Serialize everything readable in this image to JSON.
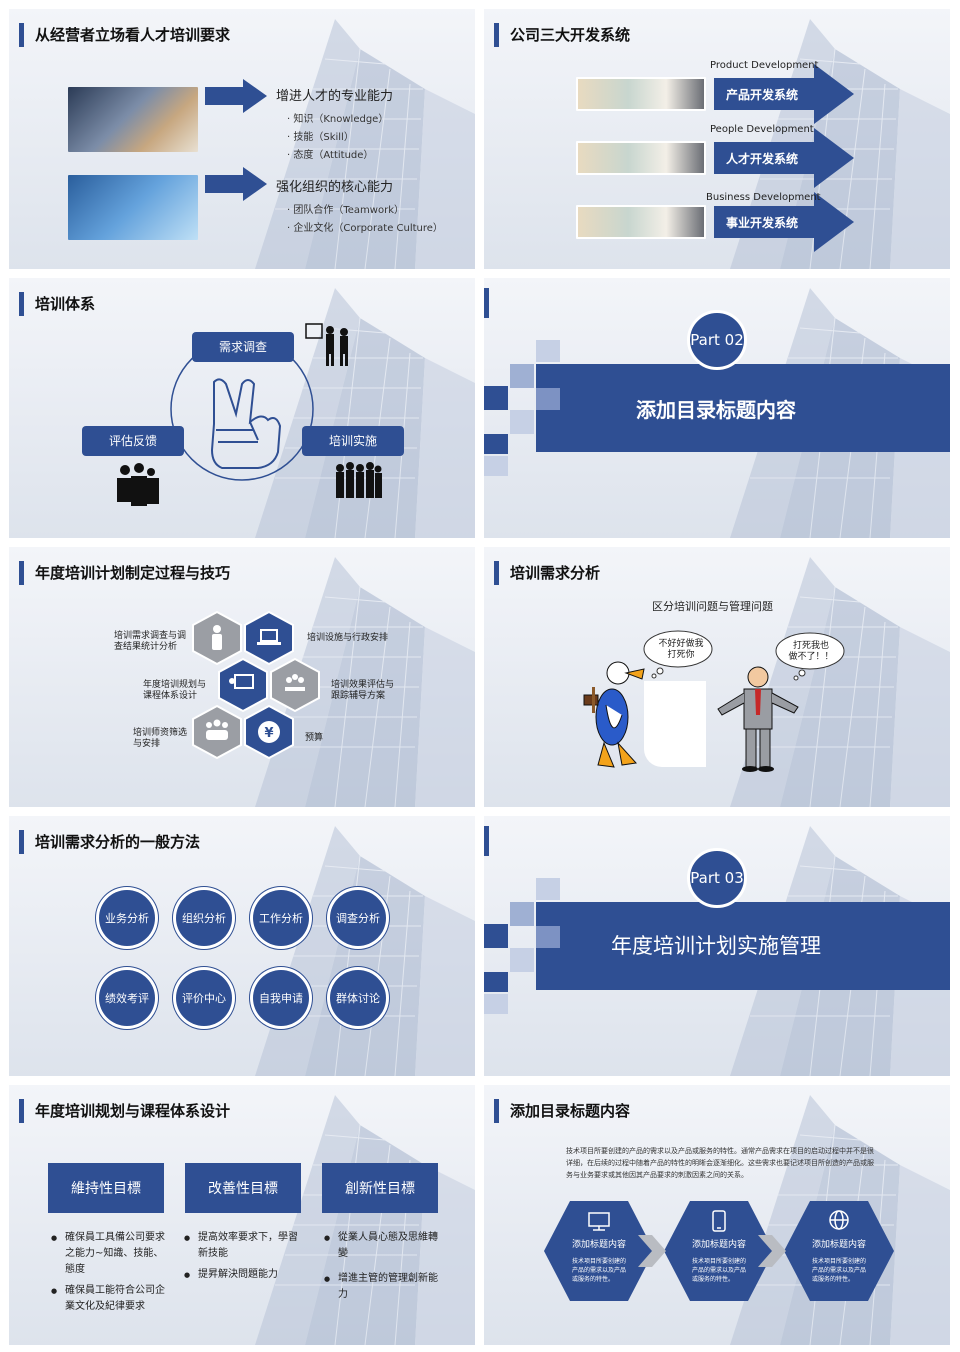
{
  "colors": {
    "primary": "#2f4f93",
    "light": "#9fb0d3",
    "gray": "#9b9ea4"
  },
  "s1": {
    "title": "从经营者立场看人才培训要求",
    "group1_title": "增进人才的专业能力",
    "group1_items": [
      "· 知识（Knowledge）",
      "· 技能（Skill）",
      "· 态度（Attitude）"
    ],
    "group2_title": "强化组织的核心能力",
    "group2_items": [
      "· 团队合作（Teamwork）",
      "· 企业文化（Corporate Culture）"
    ]
  },
  "s2": {
    "title": "公司三大开发系统",
    "rows": [
      {
        "en": "Product Development",
        "cn": "产品开发系统"
      },
      {
        "en": "People Development",
        "cn": "人才开发系统"
      },
      {
        "en": "Business Development",
        "cn": "事业开发系统"
      }
    ]
  },
  "s3": {
    "title": "培训体系",
    "top": "需求调查",
    "left": "评估反馈",
    "right": "培训实施"
  },
  "s4": {
    "part": "Part 02",
    "heading": "添加目录标题内容"
  },
  "s5": {
    "title": "年度培训计划制定过程与技巧",
    "labels": {
      "l1": "培训需求调查与调\n查结果统计分析",
      "l2": "年度培训规划与\n课程体系设计",
      "l3": "培训师资筛选\n与安排",
      "r1": "培训设施与行政安排",
      "r2": "培训效果评估与\n跟踪辅导方案",
      "r3": "预算"
    },
    "icons": [
      "person-icon",
      "laptop-icon",
      "presentation-icon",
      "meeting-icon",
      "team-icon",
      "yen-icon"
    ]
  },
  "s6": {
    "title": "培训需求分析",
    "subtitle": "区分培训问题与管理问题",
    "bubble_left": "不好好做我\n打死你",
    "bubble_right": "打死我也\n做不了！！"
  },
  "s7": {
    "title": "培训需求分析的一般方法",
    "methods": [
      "业务分析",
      "组织分析",
      "工作分析",
      "调查分析",
      "绩效考评",
      "评价中心",
      "自我申请",
      "群体讨论"
    ]
  },
  "s8": {
    "part": "Part 03",
    "heading": "年度培训计划实施管理"
  },
  "s9": {
    "title": "年度培训规划与课程体系设计",
    "goals": [
      {
        "label": "維持性目標",
        "bullets": [
          "確保員工具備公司要求之能力~知識、技能、態度",
          "確保員工能符合公司企業文化及紀律要求"
        ]
      },
      {
        "label": "改善性目標",
        "bullets": [
          "提高效率要求下，學習新技能",
          "提昇解決問題能力"
        ]
      },
      {
        "label": "創新性目標",
        "bullets": [
          "從業人員心態及思維轉變",
          "增進主管的管理創新能力"
        ]
      }
    ]
  },
  "s10": {
    "title": "添加目录标题内容",
    "paragraph": "技术项目所要创建的产品的需求以及产品或服务的特性。通常产品需求在项目的启动过程中并不是很详细，在后续的过程中随着产品的特性的明晰会逐渐细化。这些需求也要记述项目所创造的产品或服务与业务要求或其他因其产品要求的刺激因素之间的关系。",
    "hexes": [
      {
        "icon": "monitor-icon",
        "title": "添加标题内容",
        "text": "技术项目所要创建的产品的需求以及产品或服务的特性。"
      },
      {
        "icon": "phone-icon",
        "title": "添加标题内容",
        "text": "技术项目所要创建的产品的需求以及产品或服务的特性。"
      },
      {
        "icon": "globe-icon",
        "title": "添加标题内容",
        "text": "技术项目所要创建的产品的需求以及产品或服务的特性。"
      }
    ]
  }
}
